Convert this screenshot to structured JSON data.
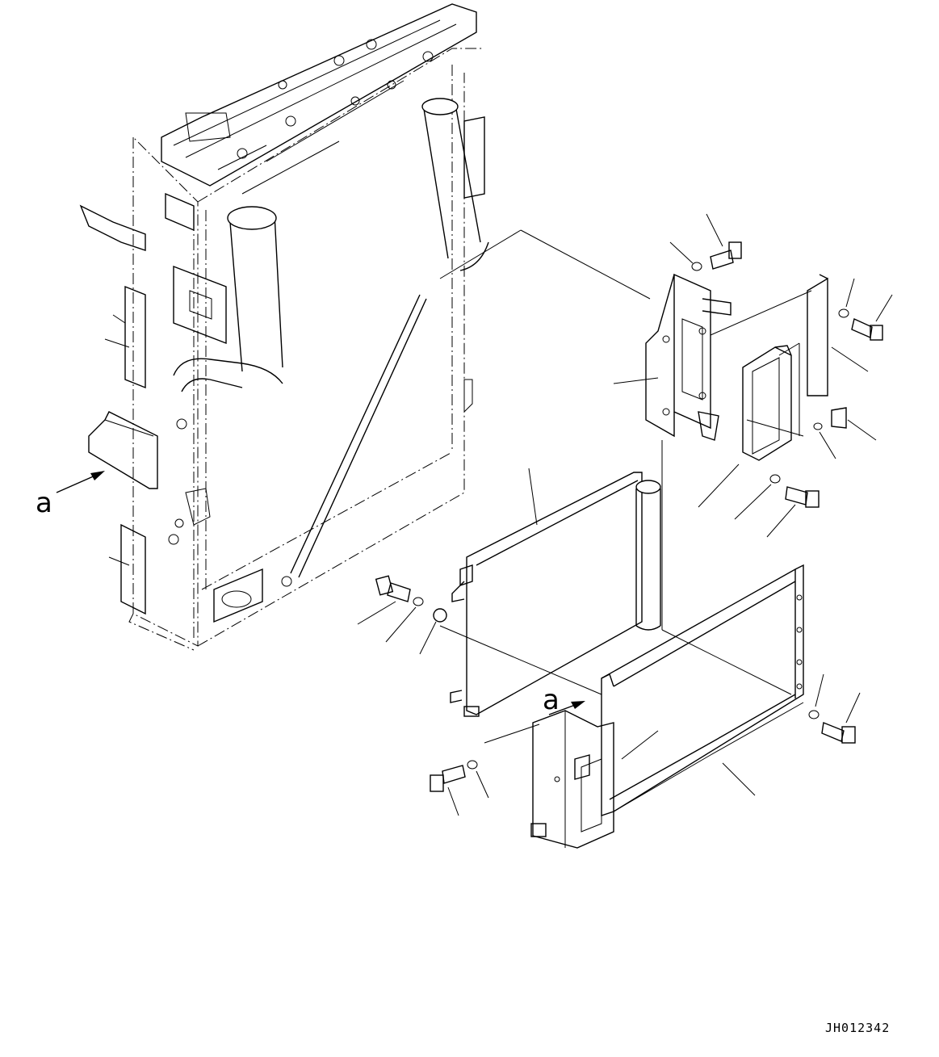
{
  "labels": {
    "view_a_left": "a",
    "view_a_bottom": "a"
  },
  "drawing_code": "JH012342"
}
